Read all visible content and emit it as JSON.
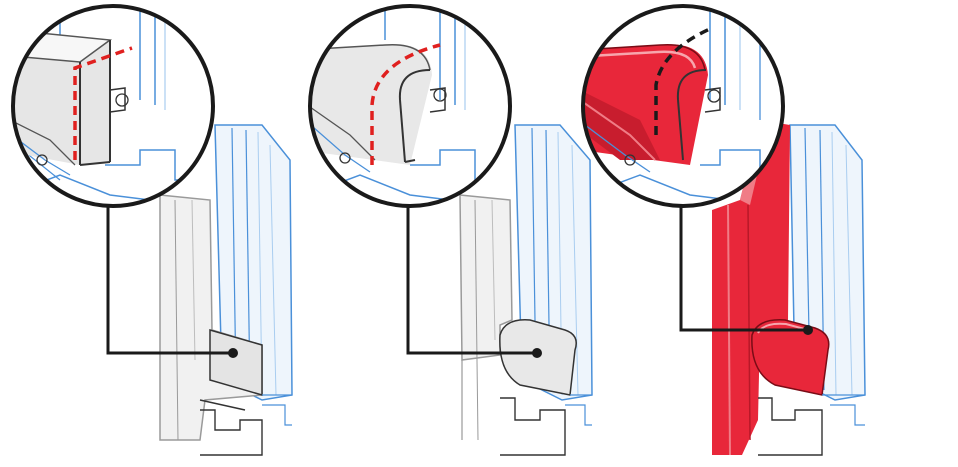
{
  "colors": {
    "background": "#ffffff",
    "sketch_blue": "#4a90d9",
    "sketch_blue_light": "#a9cdf0",
    "profile_grey": "#d9d9d9",
    "profile_shade": "#9a9a9a",
    "accent_red": "#e8273a",
    "accent_red_light": "#f07c86",
    "callout_line": "#1a1a1a",
    "dash_red": "#e0201f",
    "dash_black": "#1a1a1a"
  },
  "panels": [
    {
      "id": "square-edge-profile",
      "edge": "square",
      "frame": "white",
      "dash": "red"
    },
    {
      "id": "rounded-edge-profile",
      "edge": "rounded",
      "frame": "white",
      "dash": "red"
    },
    {
      "id": "colored-rounded-profile",
      "edge": "rounded",
      "frame": "red",
      "dash": "black"
    }
  ]
}
